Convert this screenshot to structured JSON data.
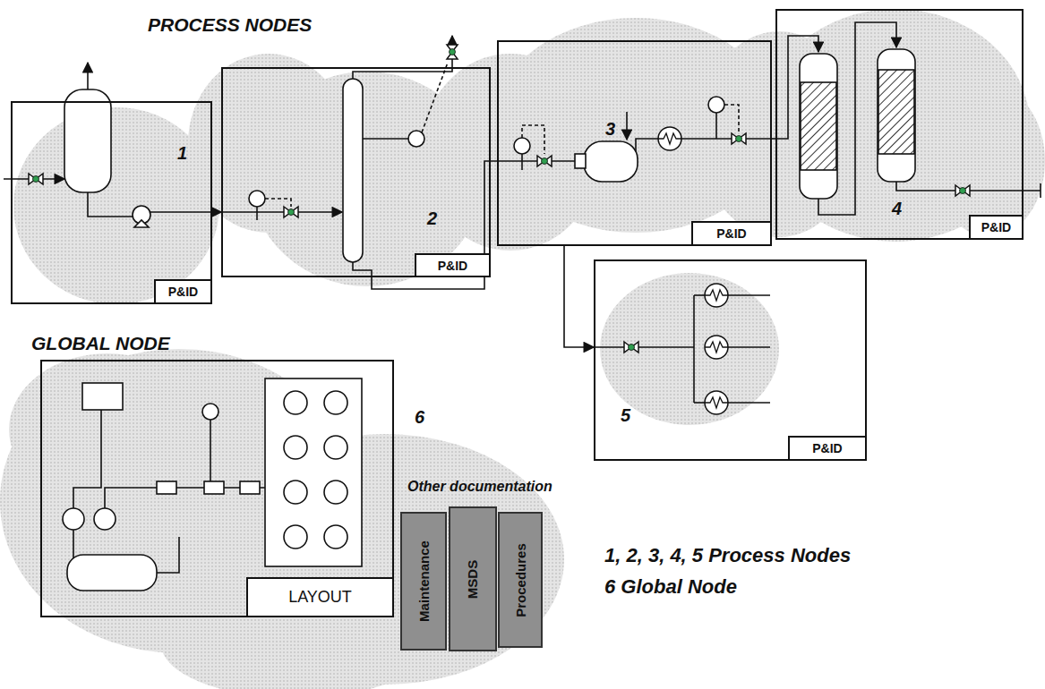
{
  "diagram": {
    "nodes": [
      {
        "text": [
          "1"
        ]
      },
      {
        "text": [
          "P&ID"
        ],
        "in": 0
      },
      {
        "text": [
          "2"
        ]
      },
      {
        "text": [
          "P&ID"
        ],
        "in": 2
      },
      {
        "text": [
          "3"
        ]
      },
      {
        "text": [
          "P&ID"
        ],
        "in": 4
      },
      {
        "text": [
          "4"
        ]
      },
      {
        "text": [
          "P&ID"
        ],
        "in": 6
      },
      {
        "text": [
          "5"
        ]
      },
      {
        "text": [
          "P&ID"
        ],
        "in": 8
      },
      {
        "text": [
          "6"
        ]
      },
      {
        "text": [
          "LAYOUT"
        ],
        "in": 10
      },
      {
        "text": [
          "Maintenance"
        ]
      },
      {
        "text": [
          "MSDS"
        ]
      },
      {
        "text": [
          "Procedures"
        ]
      }
    ],
    "edges": [
      {
        "from": 0,
        "to": 2,
        "arrow": "to"
      },
      {
        "from": 2,
        "to": 4,
        "arrow": "none"
      },
      {
        "from": 4,
        "to": 6,
        "arrow": "none"
      },
      {
        "from": 4,
        "to": 8,
        "arrow": "to"
      }
    ],
    "labels": [
      "PROCESS NODES",
      "GLOBAL NODE",
      "Other documentation",
      "1, 2, 3, 4, 5 Process Nodes",
      "6 Global Node"
    ]
  }
}
